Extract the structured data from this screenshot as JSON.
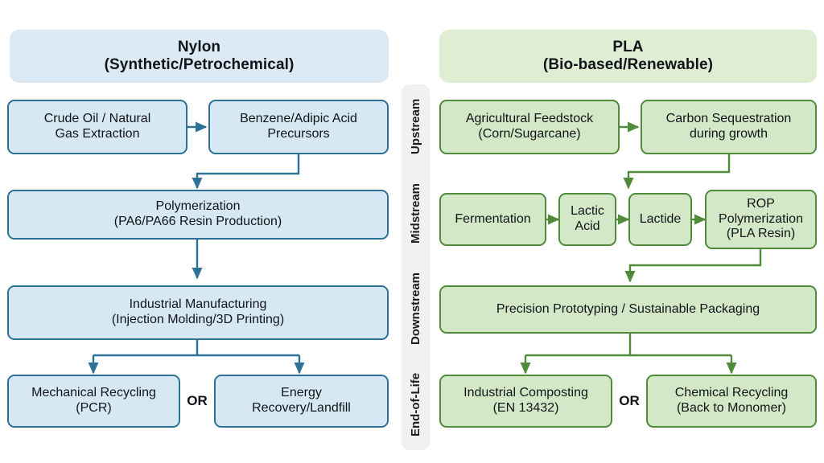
{
  "diagram": {
    "title_left": "Nylon",
    "title_right": "PLA",
    "or_left": "OR",
    "or_right": "OR"
  },
  "colors": {
    "nylon_fill": "#d6e8f4",
    "nylon_border": "#2d7296",
    "nylon_header_fill": "#dbeaf5",
    "pla_fill": "#d3e8c6",
    "pla_border": "#4f8b3b",
    "pla_header_fill": "#dfedd3",
    "stage_strip_fill": "#f1f1f1",
    "text": "#111418",
    "background": "#ffffff"
  },
  "stages": [
    {
      "id": "upstream",
      "label": "Upstream"
    },
    {
      "id": "midstream",
      "label": "Midstream"
    },
    {
      "id": "downstream",
      "label": "Downstream"
    },
    {
      "id": "endoflife",
      "label": "End-of-Life"
    }
  ],
  "nylon": {
    "header": "Nylon\n(Synthetic/Petrochemical)",
    "or_label": "OR",
    "nodes": {
      "feedstock": "Crude Oil / Natural\nGas Extraction",
      "precursors": "Benzene/Adipic Acid\nPrecursors",
      "polymer": "Polymerization\n(PA6/PA66 Resin Production)",
      "manufacture": "Industrial Manufacturing\n(Injection Molding/3D Printing)",
      "eol_a": "Mechanical Recycling\n(PCR)",
      "eol_b": "Energy\nRecovery/Landfill"
    }
  },
  "pla": {
    "header": "PLA\n(Bio-based/Renewable)",
    "or_label": "OR",
    "nodes": {
      "feedstock": "Agricultural Feedstock\n(Corn/Sugarcane)",
      "carbon": "Carbon Sequestration\nduring growth",
      "fermentation": "Fermentation",
      "lactic_acid": "Lactic\nAcid",
      "lactide": "Lactide",
      "rop": "ROP\nPolymerization\n(PLA Resin)",
      "downstream": "Precision Prototyping / Sustainable Packaging",
      "eol_a": "Industrial Composting\n(EN 13432)",
      "eol_b": "Chemical Recycling\n(Back to Monomer)"
    }
  }
}
